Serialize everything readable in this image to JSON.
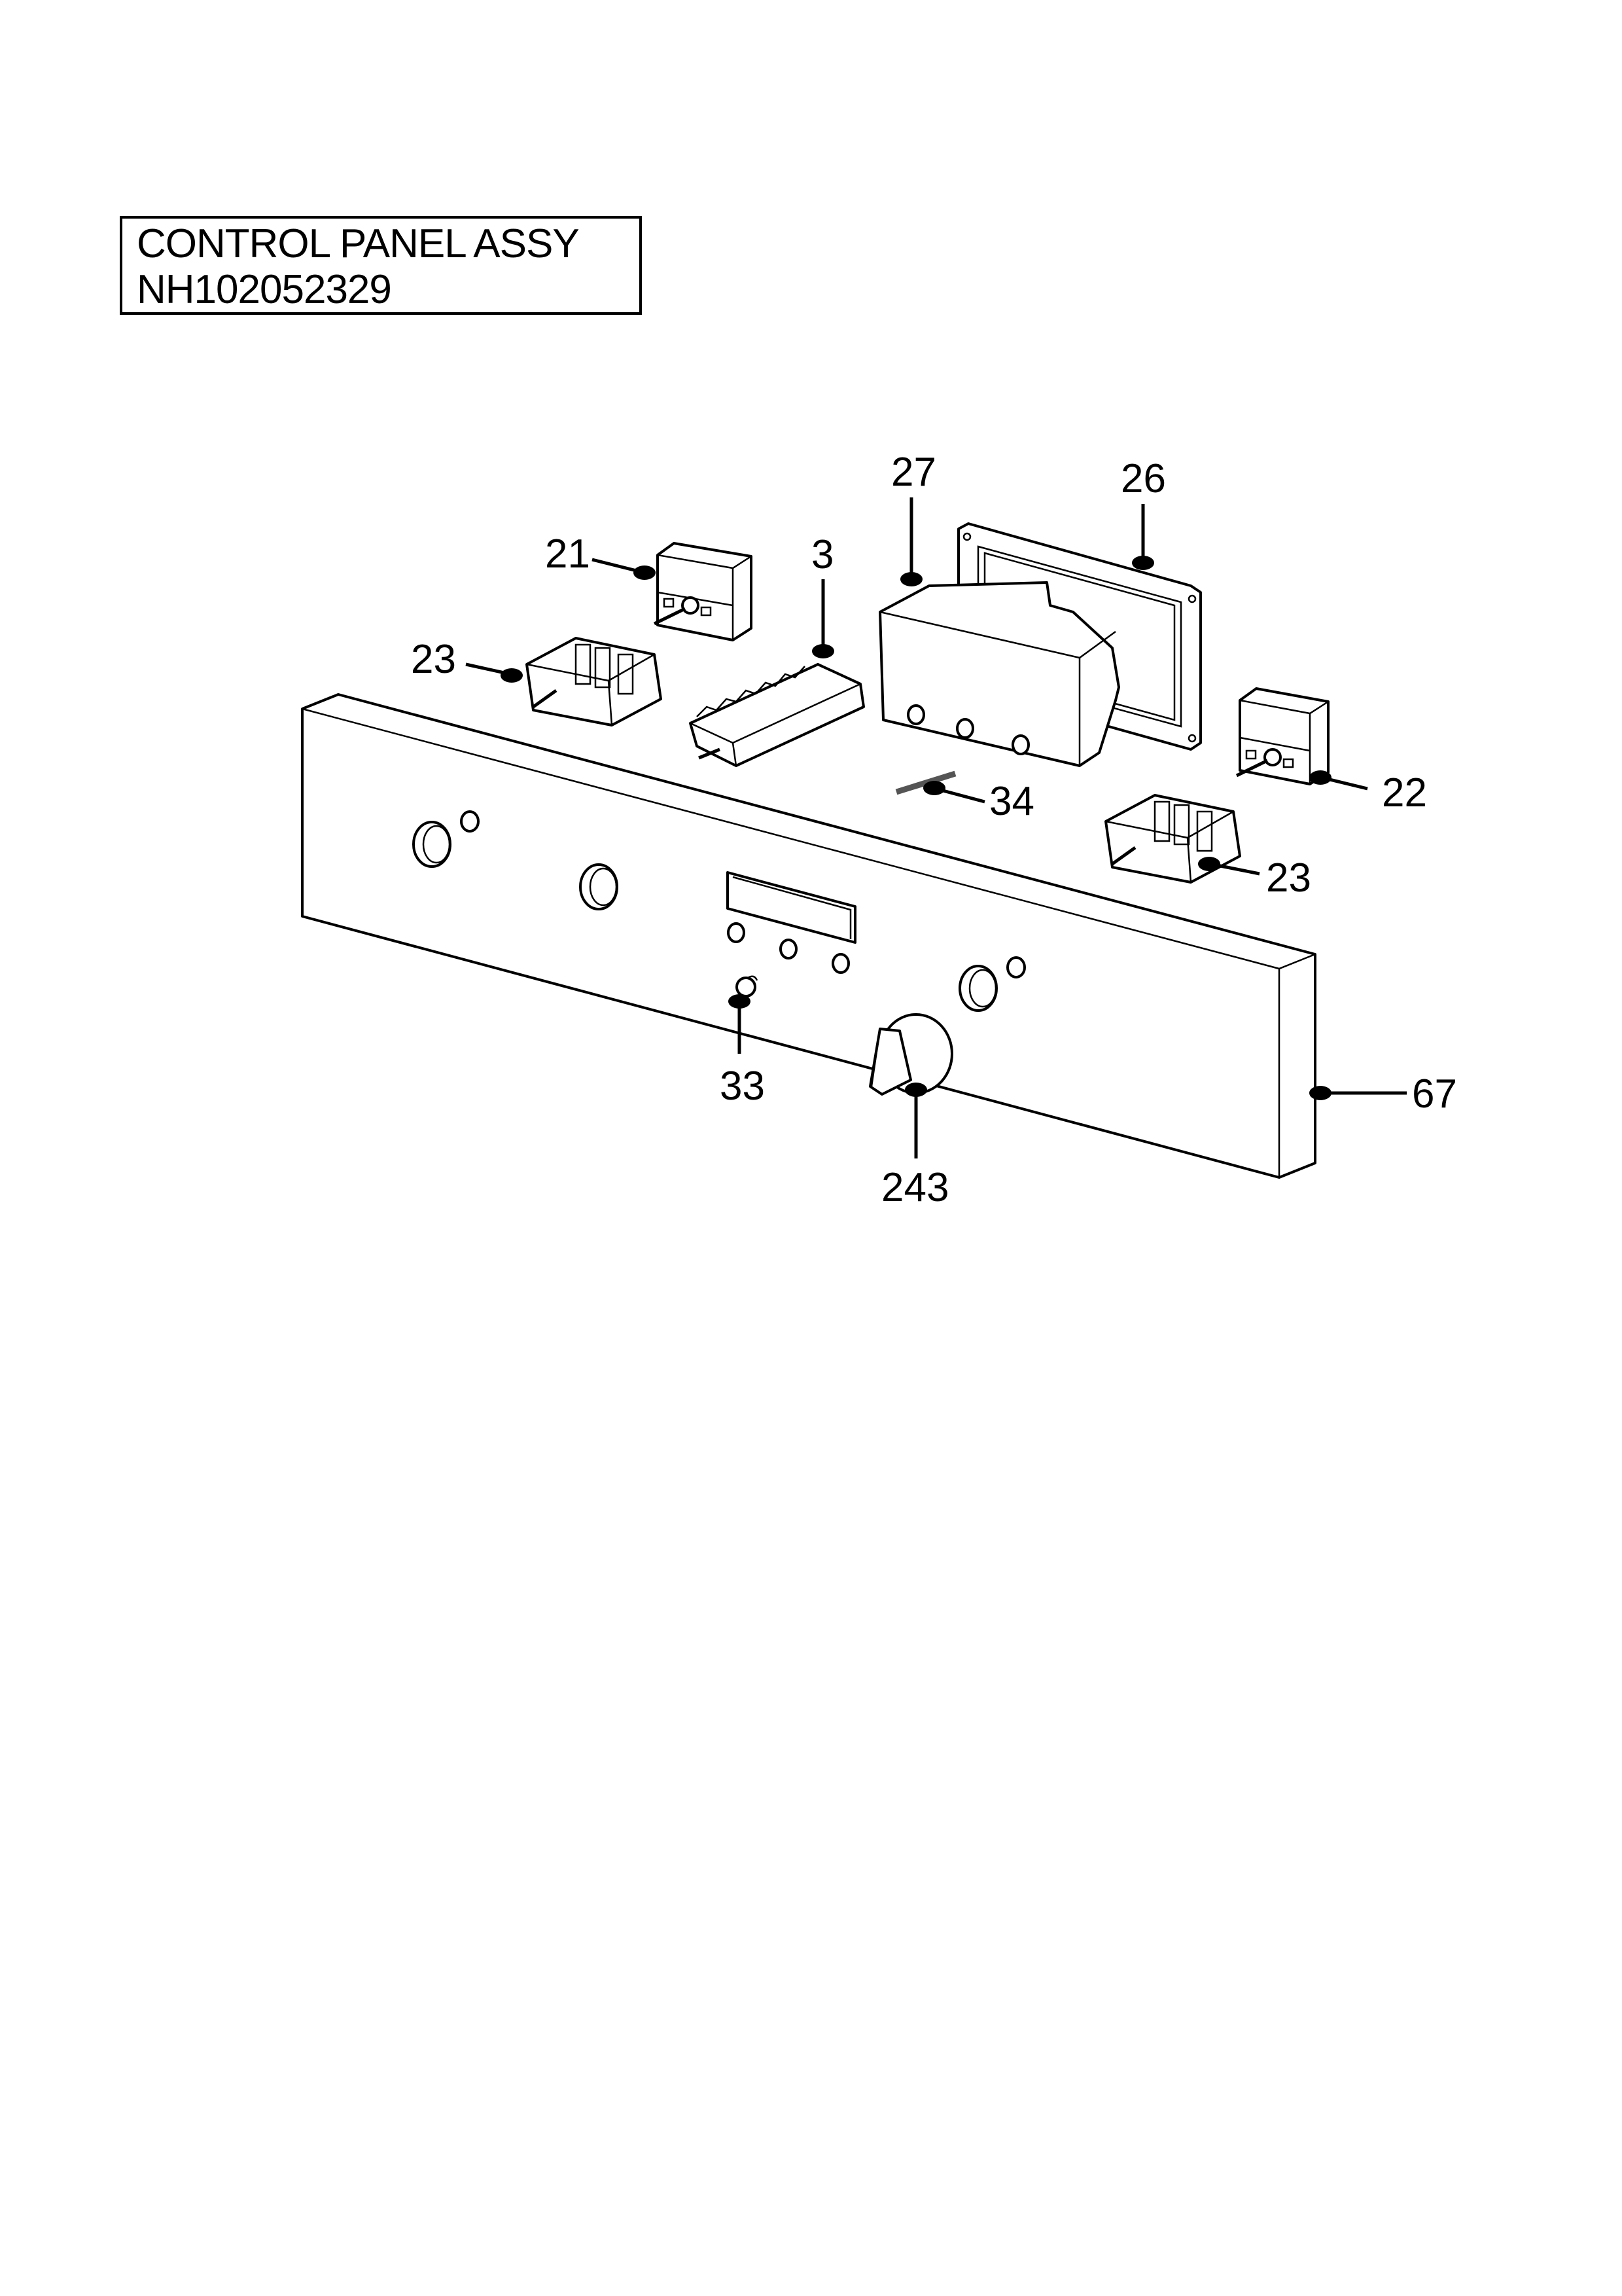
{
  "title": {
    "line1": "CONTROL PANEL ASSY",
    "line2": "NH102052329"
  },
  "parts": [
    {
      "id": "21",
      "label": "21"
    },
    {
      "id": "3",
      "label": "3"
    },
    {
      "id": "27",
      "label": "27"
    },
    {
      "id": "26",
      "label": "26"
    },
    {
      "id": "23a",
      "label": "23"
    },
    {
      "id": "22",
      "label": "22"
    },
    {
      "id": "34",
      "label": "34"
    },
    {
      "id": "23b",
      "label": "23"
    },
    {
      "id": "33",
      "label": "33"
    },
    {
      "id": "243",
      "label": "243"
    },
    {
      "id": "67",
      "label": "67"
    }
  ]
}
